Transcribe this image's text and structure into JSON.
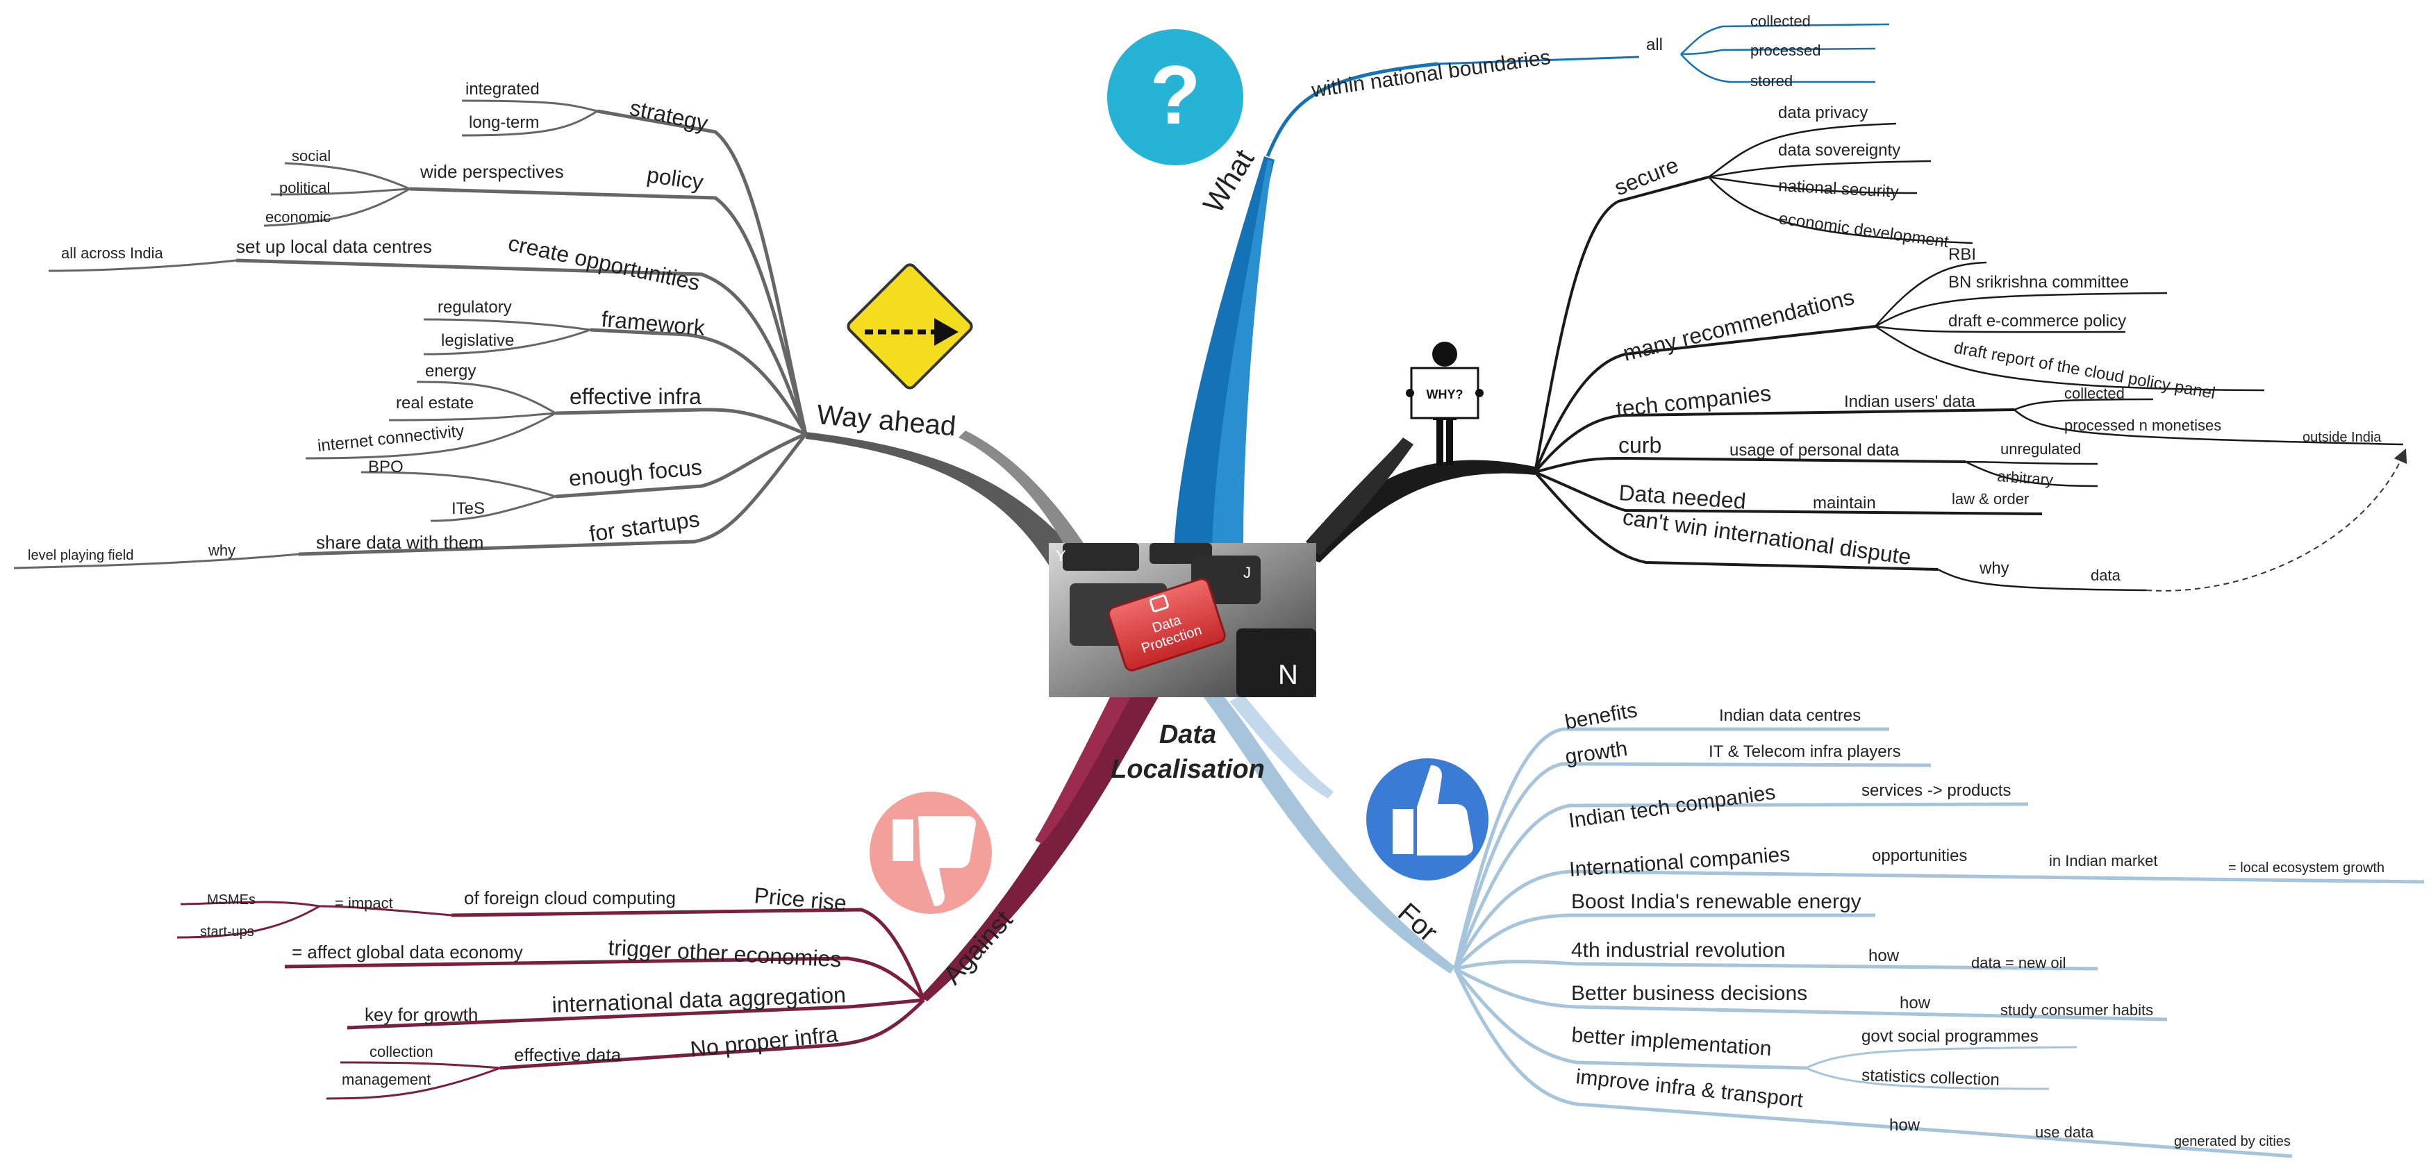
{
  "center": {
    "line1": "Data",
    "line2": "Localisation",
    "image_label_line1": "Data",
    "image_label_line2": "Protection",
    "key_y": "Y",
    "key_j": "J",
    "key_n": "N"
  },
  "colors": {
    "what": "#1373b6",
    "why": "#1a1a1a",
    "way_ahead": "#666666",
    "against": "#7a1f3d",
    "for": "#a6c4dc"
  },
  "icons": {
    "what": "question-mark-icon",
    "why": "why-sign-person-icon",
    "way_ahead": "arrow-sign-icon",
    "against": "thumbs-down-icon",
    "for": "thumbs-up-icon"
  },
  "what": {
    "label": "What",
    "l1": "within national boundaries",
    "l2": "all",
    "leaves": [
      "collected",
      "processed",
      "stored"
    ]
  },
  "why": {
    "secure": {
      "label": "secure",
      "items": [
        "data privacy",
        "data sovereignty",
        "national security",
        "economic development"
      ]
    },
    "recs": {
      "label": "many recommendations",
      "items": [
        "RBI",
        "BN srikrishna committee",
        "draft e-commerce policy",
        "draft report of the cloud policy panel"
      ]
    },
    "tech": {
      "label": "tech companies",
      "sub": "Indian users' data",
      "items": [
        "collected",
        "processed n monetises"
      ],
      "outside": "outside India"
    },
    "curb": {
      "label": "curb",
      "sub": "usage of personal data",
      "items": [
        "unregulated",
        "arbitrary"
      ]
    },
    "needed": {
      "label": "Data needed",
      "sub": "maintain",
      "leaf": "law & order"
    },
    "dispute": {
      "label": "can't win international dispute",
      "sub": "why",
      "leaf": "data"
    },
    "sign_text": "WHY?"
  },
  "way": {
    "label": "Way ahead",
    "strategy": {
      "label": "strategy",
      "items": [
        "integrated",
        "long-term"
      ]
    },
    "policy": {
      "label": "policy",
      "sub": "wide perspectives",
      "items": [
        "social",
        "political",
        "economic"
      ]
    },
    "opps": {
      "label": "create opportunities",
      "sub": "set up local data centres",
      "leaf": "all across India"
    },
    "framework": {
      "label": "framework",
      "items": [
        "regulatory",
        "legislative"
      ]
    },
    "infra": {
      "label": "effective infra",
      "items": [
        "energy",
        "real estate",
        "internet connectivity"
      ]
    },
    "focus": {
      "label": "enough focus",
      "items": [
        "BPO",
        "ITeS"
      ]
    },
    "startups": {
      "label": "for startups",
      "sub": "share data with them",
      "why": "why",
      "leaf": "level playing field"
    }
  },
  "against": {
    "label": "Against",
    "price": {
      "label": "Price rise",
      "sub": "of foreign cloud computing",
      "impact": "= impact",
      "items": [
        "MSMEs",
        "start-ups"
      ]
    },
    "trigger": {
      "label": "trigger other economies",
      "sub": "= affect global data economy"
    },
    "aggr": {
      "label": "international data aggregation",
      "sub": "key for growth"
    },
    "infra": {
      "label": "No proper infra",
      "sub": "effective data",
      "items": [
        "collection",
        "management"
      ]
    }
  },
  "for": {
    "label": "For",
    "benefits": {
      "label": "benefits",
      "sub": "Indian data centres"
    },
    "growth": {
      "label": "growth",
      "sub": "IT & Telecom infra players"
    },
    "itc": {
      "label": "Indian tech companies",
      "sub": "services -> products"
    },
    "intl": {
      "label": "International companies",
      "sub": "opportunities",
      "sub2": "in Indian market",
      "sub3": "= local ecosystem growth"
    },
    "boost": {
      "label": "Boost India's renewable energy"
    },
    "ind4": {
      "label": "4th industrial revolution",
      "sub": "how",
      "sub2": "data = new oil"
    },
    "bbd": {
      "label": "Better business decisions",
      "sub": "how",
      "sub2": "study consumer habits"
    },
    "bimp": {
      "label": "better implementation",
      "items": [
        "govt social programmes",
        "statistics collection"
      ]
    },
    "infra": {
      "label": "improve infra & transport",
      "sub": "how",
      "sub2": "use data",
      "sub3": "generated by cities"
    }
  }
}
